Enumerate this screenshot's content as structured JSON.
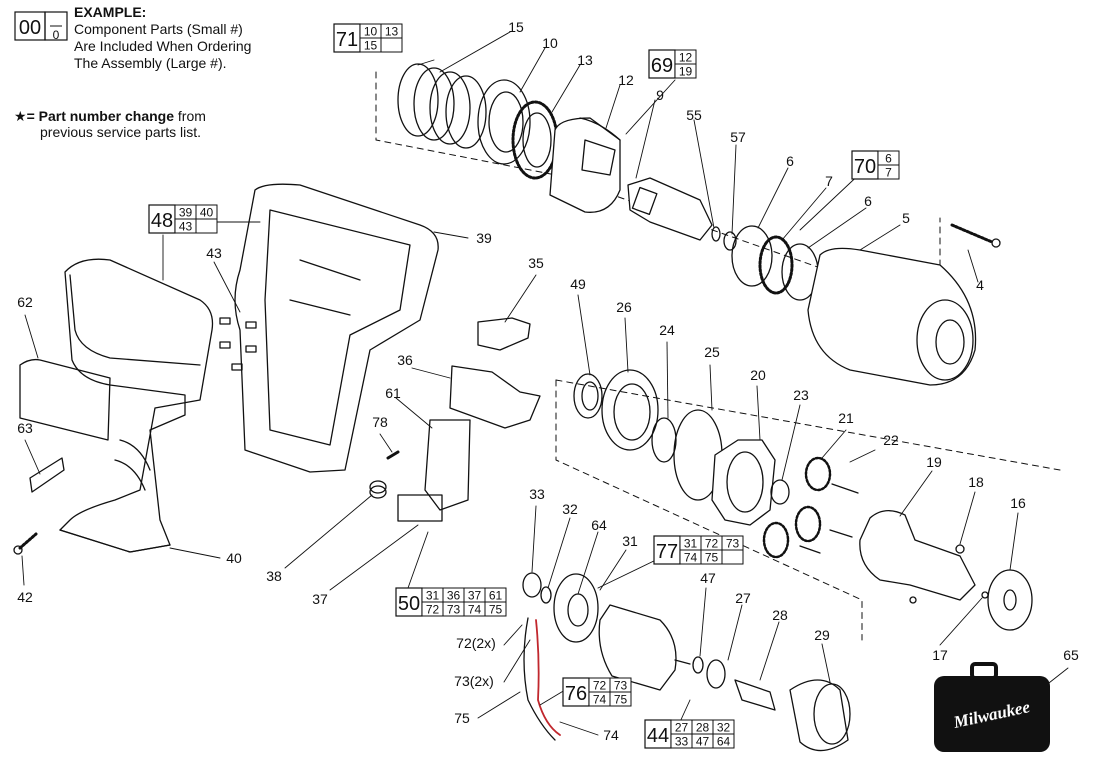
{
  "legend": {
    "example_large": "00",
    "example_small": "0",
    "heading": "EXAMPLE:",
    "line1": "Component Parts (Small #)",
    "line2": "Are Included When Ordering",
    "line3": "The Assembly (Large #).",
    "star": "★",
    "change_bold": "= Part number change",
    "change_rest": " from",
    "change_line2": "previous service parts list."
  },
  "assemblies": [
    {
      "id": "71",
      "parts": [
        "10",
        "13",
        "15"
      ]
    },
    {
      "id": "69",
      "parts": [
        "12",
        "19"
      ]
    },
    {
      "id": "70",
      "parts": [
        "6",
        "7"
      ]
    },
    {
      "id": "48",
      "parts": [
        "39",
        "40",
        "43"
      ]
    },
    {
      "id": "77",
      "parts": [
        "31",
        "72",
        "73",
        "74",
        "75"
      ]
    },
    {
      "id": "50",
      "parts": [
        "31",
        "36",
        "37",
        "61",
        "72",
        "73",
        "74",
        "75"
      ]
    },
    {
      "id": "76",
      "parts": [
        "72",
        "73",
        "74",
        "75"
      ]
    },
    {
      "id": "44",
      "parts": [
        "27",
        "28",
        "32",
        "33",
        "47",
        "64"
      ]
    }
  ],
  "callouts": [
    "15",
    "10",
    "13",
    "12",
    "9",
    "55",
    "57",
    "6",
    "7",
    "6",
    "5",
    "4",
    "39",
    "43",
    "62",
    "63",
    "42",
    "40",
    "35",
    "36",
    "61",
    "78",
    "38",
    "37",
    "49",
    "26",
    "24",
    "25",
    "20",
    "23",
    "21",
    "22",
    "19",
    "18",
    "16",
    "17",
    "33",
    "32",
    "64",
    "31",
    "72(2x)",
    "73(2x)",
    "75",
    "74",
    "47",
    "27",
    "28",
    "29",
    "65"
  ],
  "brand_logo": "Milwaukee"
}
